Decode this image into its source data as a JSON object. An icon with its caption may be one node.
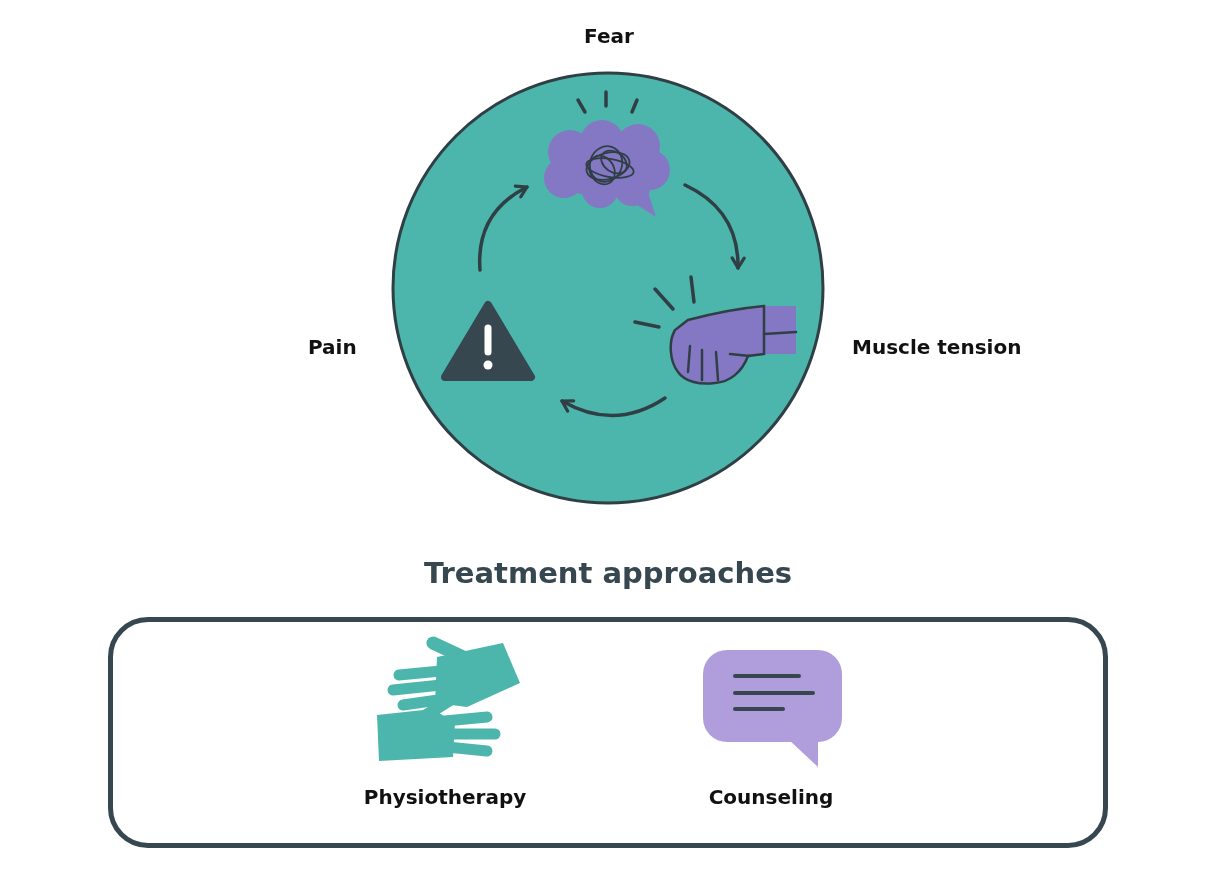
{
  "diagram": {
    "nodes": [
      {
        "text": [
          "Fear"
        ]
      },
      {
        "text": [
          "Pain"
        ]
      },
      {
        "text": [
          "Muscle tension"
        ]
      },
      {
        "text": [
          "Treatment approaches"
        ]
      },
      {
        "text": [
          "Physiotherapy"
        ],
        "in": 3
      },
      {
        "text": [
          "Counseling"
        ],
        "in": 3
      }
    ],
    "edges": [
      {
        "from": 0,
        "to": 2,
        "arrow": "to"
      },
      {
        "from": 2,
        "to": 1,
        "arrow": "to"
      },
      {
        "from": 1,
        "to": 0,
        "arrow": "to"
      }
    ]
  }
}
